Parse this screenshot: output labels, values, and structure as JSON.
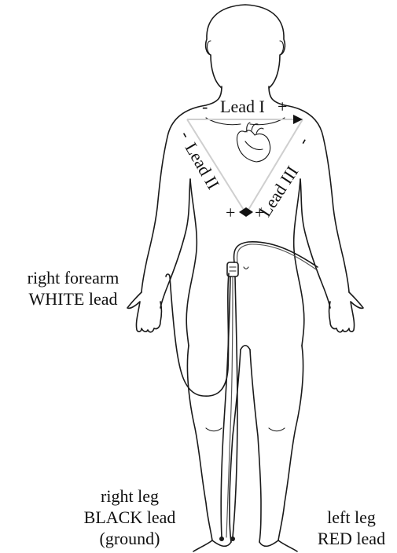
{
  "leads": {
    "lead_i": {
      "label": "Lead I",
      "neg_sign": "-",
      "pos_sign": "+"
    },
    "lead_ii": {
      "label": "Lead II",
      "neg_sign": "-",
      "pos_sign": "+"
    },
    "lead_iii": {
      "label": "Lead III",
      "neg_sign": "-",
      "pos_sign": "+"
    }
  },
  "electrodes": {
    "right_forearm": {
      "line1": "right forearm",
      "line2": "WHITE lead"
    },
    "right_leg": {
      "line1": "right leg",
      "line2": "BLACK lead",
      "line3": "(ground)"
    },
    "left_leg": {
      "line1": "left leg",
      "line2": "RED lead"
    }
  }
}
